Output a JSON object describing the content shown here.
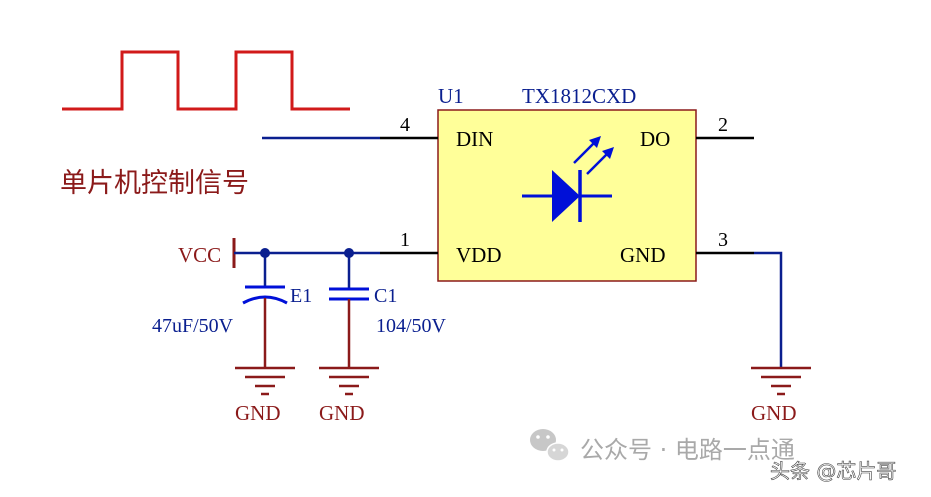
{
  "signal_label": "单片机控制信号",
  "chip": {
    "designator": "U1",
    "part": "TX1812CXD",
    "pins": {
      "din_name": "DIN",
      "din_num": "4",
      "do_name": "DO",
      "do_num": "2",
      "vdd_name": "VDD",
      "vdd_num": "1",
      "gnd_name": "GND",
      "gnd_num": "3"
    }
  },
  "power": {
    "vcc_label": "VCC"
  },
  "e1": {
    "designator": "E1",
    "value": "47uF/50V"
  },
  "c1": {
    "designator": "C1",
    "value": "104/50V"
  },
  "grounds": {
    "gnd_e1": "GND",
    "gnd_c1": "GND",
    "gnd_chip": "GND"
  },
  "watermark": {
    "left": "公众号 · 电路一点通",
    "right": "头条 @芯片哥"
  },
  "colors": {
    "wire": "#0a1f8f",
    "pin": "#000000",
    "dark_red": "#8b1a1a",
    "signal": "#d11a1a",
    "chip_fill": "#ffff99",
    "chip_border": "#8b1a1a",
    "led_blue": "#0010d8"
  }
}
